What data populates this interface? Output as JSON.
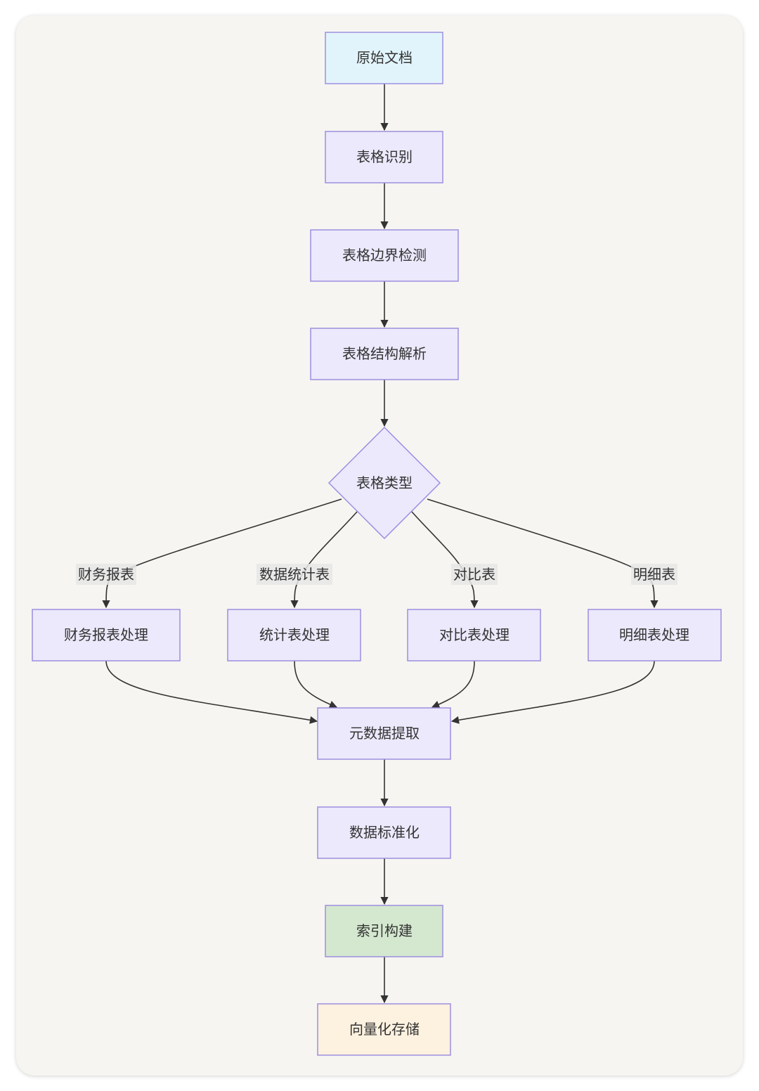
{
  "diagram": {
    "nodes": {
      "source_doc": {
        "label": "原始文档",
        "fill": "#e2f4fb"
      },
      "table_recognition": {
        "label": "表格识别",
        "fill": "#ebe9fb"
      },
      "boundary_detection": {
        "label": "表格边界检测",
        "fill": "#ebe9fb"
      },
      "structure_parsing": {
        "label": "表格结构解析",
        "fill": "#ebe9fb"
      },
      "table_type": {
        "label": "表格类型",
        "fill": "#ebe9fb"
      },
      "financial_processing": {
        "label": "财务报表处理",
        "fill": "#ebe9fb"
      },
      "statistics_processing": {
        "label": "统计表处理",
        "fill": "#ebe9fb"
      },
      "comparison_processing": {
        "label": "对比表处理",
        "fill": "#ebe9fb"
      },
      "detail_processing": {
        "label": "明细表处理",
        "fill": "#ebe9fb"
      },
      "metadata_extraction": {
        "label": "元数据提取",
        "fill": "#ebe9fb"
      },
      "data_normalization": {
        "label": "数据标准化",
        "fill": "#ebe9fb"
      },
      "index_building": {
        "label": "索引构建",
        "fill": "#d4e8cf"
      },
      "vector_storage": {
        "label": "向量化存储",
        "fill": "#fdf1df"
      }
    },
    "edge_labels": {
      "financial": "财务报表",
      "statistics": "数据统计表",
      "comparison": "对比表",
      "detail": "明细表"
    }
  }
}
